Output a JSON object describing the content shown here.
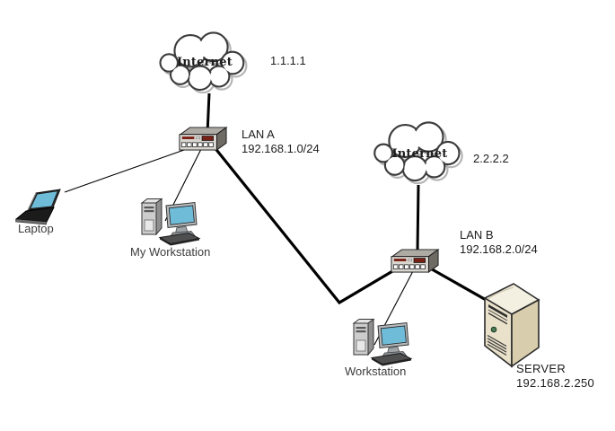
{
  "colors": {
    "background": "#ffffff",
    "line": "#000000",
    "screen_blue": "#6fbcd9",
    "router_front": "#d9d6d0",
    "router_top": "#aeaba5",
    "router_side": "#6e6a64",
    "router_accent": "#7a1f14",
    "server_front": "#e9e1c9",
    "server_side": "#d8cdad",
    "server_top": "#f4f0e1",
    "led_green": "#497c54",
    "label_text": "#1c1c1c",
    "device_text": "#3c3c3c"
  },
  "nodes": {
    "internet_a": {
      "kind": "cloud",
      "icon": "cloud-icon",
      "label": "Internet",
      "ip": "1.1.1.1"
    },
    "router_a": {
      "kind": "router",
      "icon": "router-icon",
      "name": "LAN A",
      "subnet": "192.168.1.0/24"
    },
    "laptop": {
      "kind": "laptop",
      "icon": "laptop-icon",
      "label": "Laptop"
    },
    "my_workstation": {
      "kind": "workstation",
      "icon": "workstation-icon",
      "label": "My Workstation"
    },
    "internet_b": {
      "kind": "cloud",
      "icon": "cloud-icon",
      "label": "Internet",
      "ip": "2.2.2.2"
    },
    "router_b": {
      "kind": "router",
      "icon": "router-icon",
      "name": "LAN B",
      "subnet": "192.168.2.0/24"
    },
    "workstation_b": {
      "kind": "workstation",
      "icon": "workstation-icon",
      "label": "Workstation"
    },
    "server": {
      "kind": "server",
      "icon": "server-tower-icon",
      "label": "SERVER",
      "ip": "192.168.2.250"
    }
  },
  "edges": [
    {
      "from": "internet_a",
      "to": "router_a",
      "style": "thick"
    },
    {
      "from": "router_a",
      "to": "laptop",
      "style": "thin"
    },
    {
      "from": "router_a",
      "to": "my_workstation",
      "style": "thin"
    },
    {
      "from": "router_a",
      "to": "router_b",
      "style": "thick-bent"
    },
    {
      "from": "internet_b",
      "to": "router_b",
      "style": "thick"
    },
    {
      "from": "router_b",
      "to": "workstation_b",
      "style": "thin"
    },
    {
      "from": "router_b",
      "to": "server",
      "style": "thick"
    }
  ]
}
